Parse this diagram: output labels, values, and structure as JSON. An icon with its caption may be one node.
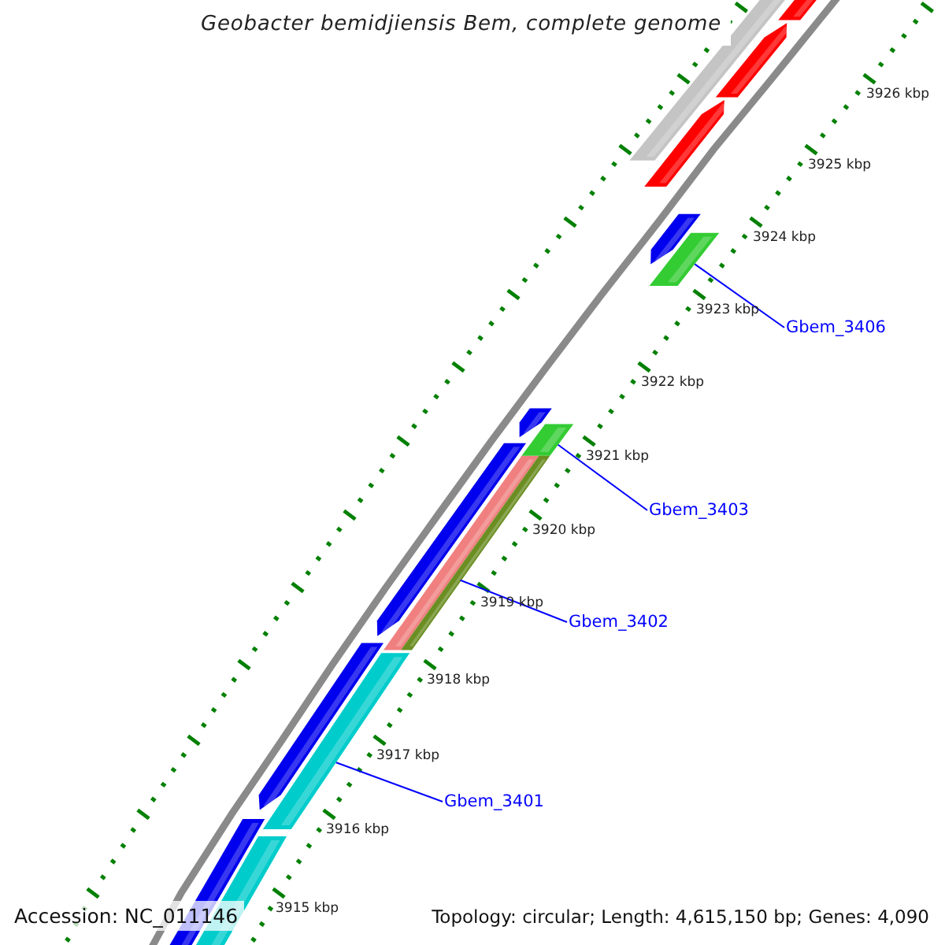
{
  "diagram": {
    "title": "Geobacter bemidjiensis Bem, complete genome",
    "nodes": [
      {
        "text": [
          "Gbem_3406"
        ]
      },
      {
        "text": [],
        "shape": "bar"
      },
      {
        "text": [
          "Gbem_3403"
        ]
      },
      {
        "text": [],
        "shape": "bar"
      },
      {
        "text": [
          "Gbem_3402"
        ]
      },
      {
        "text": [],
        "shape": "bar"
      },
      {
        "text": [
          "Gbem_3401"
        ]
      },
      {
        "text": [],
        "shape": "bar"
      }
    ],
    "edges": [
      {
        "from": 0,
        "to": 1,
        "arrow": "none"
      },
      {
        "from": 2,
        "to": 3,
        "arrow": "none"
      },
      {
        "from": 4,
        "to": 5,
        "arrow": "none"
      },
      {
        "from": 6,
        "to": 7,
        "arrow": "none"
      }
    ],
    "labels": [
      "3926 kbp",
      "3925 kbp",
      "3924 kbp",
      "3923 kbp",
      "3922 kbp",
      "3921 kbp",
      "3920 kbp",
      "3919 kbp",
      "3918 kbp",
      "3917 kbp",
      "3916 kbp",
      "3915 kbp",
      "Accession: NC_011146",
      "Topology: circular; Length: 4,615,150 bp; Genes: 4,090"
    ]
  }
}
